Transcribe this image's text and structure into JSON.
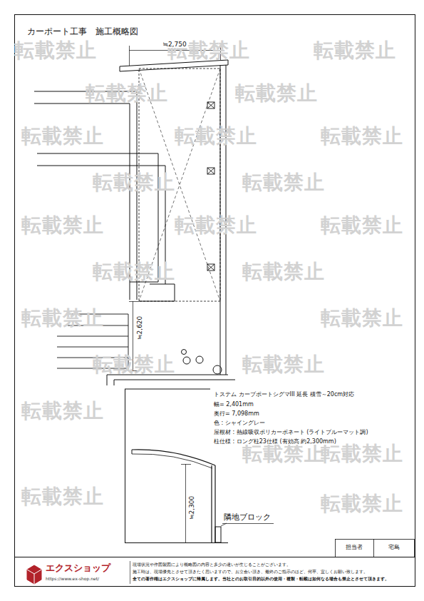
{
  "diagram": {
    "title": "カーポート工事　施工概略図",
    "labels": [
      "≒2,750",
      "≒2,620",
      "トステム カーブポートシグマIII 延長 積雪～20cm対応",
      "幅= 2,401mm",
      "奥行= 7,098mm",
      "色 : シャイングレー",
      "屋根材 : 熱線吸収ポリカーボネート (ライトブルーマット調)",
      "柱仕様 : ロング柱23仕様 (有効高 約2,300mm)",
      "≒2,300",
      "隣地ブロック",
      "担当者",
      "宅島",
      "エクスショップ",
      "https://www.ex-shop.net/",
      "現場状況や作図製図により概略図の内容と多少の違いが生じることがございます。",
      "施工時は、現場優先とさせて頂きたく思いますので、お立会い頂き、最終のご指示のほど、何卒、宜しくお願い致します。",
      "全ての著作権はエクスショップに帰属します。当社とのお取引目的以外の使用・複製・転載は如何なる場合も禁止とさせて頂きます。",
      "転載禁止",
      "転載禁止",
      "転載禁止",
      "転載禁止",
      "転載禁止",
      "転載禁止",
      "転載禁止",
      "転載禁止",
      "転載禁止",
      "転載禁止",
      "転載禁止",
      "転載禁止",
      "転載禁止",
      "転載禁止",
      "転載禁止",
      "転載禁止",
      "転載禁止",
      "転載禁止",
      "転載禁止",
      "転載禁止",
      "転載禁止",
      "転載禁止",
      "転載禁止",
      "転載禁止"
    ]
  }
}
